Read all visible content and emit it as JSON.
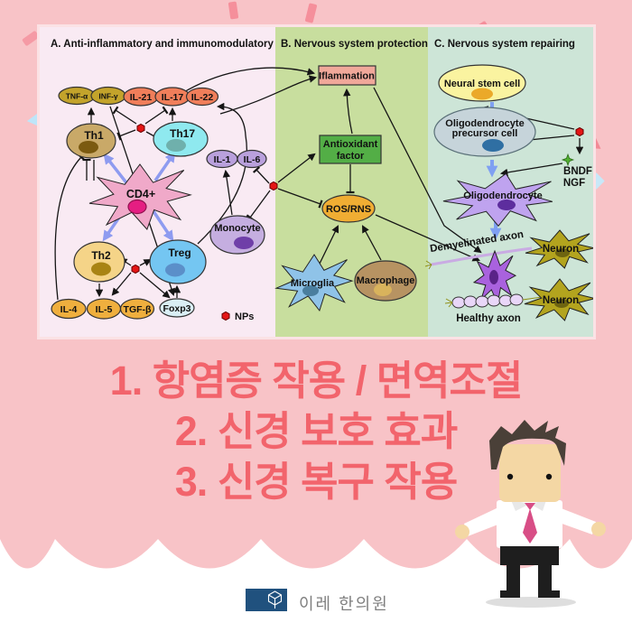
{
  "colors": {
    "background_pink": "#F8C3C7",
    "headline_coral": "#F2646C",
    "panel_a_bg": "#F9EAF3",
    "panel_b_bg": "#C8DE9E",
    "panel_c_bg": "#CDE5D7",
    "logo_navy": "#20517E",
    "np_red": "#E41616"
  },
  "fig": {
    "title_a": "A. Anti-inflammatory and immunomodulatory",
    "title_b": "B. Nervous system protection",
    "title_c": "C. Nervous system repairing",
    "tnf": "TNF-α",
    "inf": "INF-γ",
    "il21": "IL-21",
    "il17": "IL-17",
    "il22": "IL-22",
    "th1": "Th1",
    "th17": "Th17",
    "il1": "IL-1",
    "il6": "IL-6",
    "cd4": "CD4+",
    "th2": "Th2",
    "treg": "Treg",
    "monocyte": "Monocyte",
    "il4": "IL-4",
    "il5": "IL-5",
    "tgfb": "TGF-β",
    "foxp3": "Foxp3",
    "nps": "NPs",
    "inflammation": "Iflammation",
    "antioxidant_1": "Antioxidant",
    "antioxidant_2": "factor",
    "ros": "ROS/RNS",
    "microglia": "Microglia",
    "macrophage": "Macrophage",
    "nsc": "Neural stem cell",
    "opc_1": "Oligodendrocyte",
    "opc_2": "precursor cell",
    "bndf": "BNDF",
    "ngf": "NGF",
    "oligo": "Oligodendrocyte",
    "demyelinated": "Demyelinated axon",
    "neuron1": "Neuron",
    "neuron2": "Neuron",
    "healthy": "Healthy axon"
  },
  "headline": {
    "line1": "1. 항염증 작용 / 면역조절",
    "line2": "2. 신경 보호 효과",
    "line3": "3. 신경 복구 작용"
  },
  "footer": {
    "clinic": "이레 한의원"
  }
}
